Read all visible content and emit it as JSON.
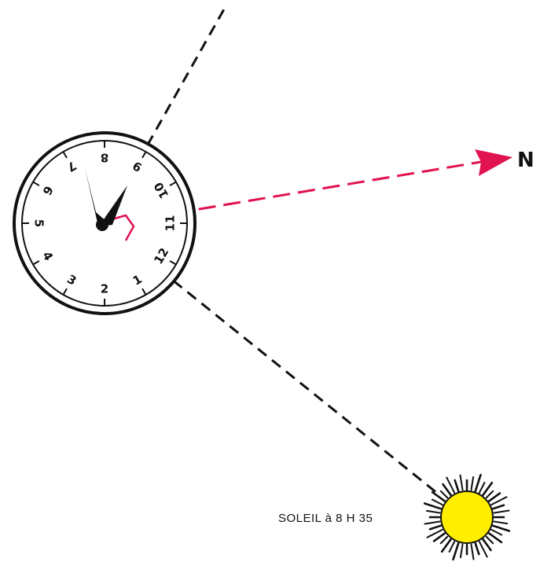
{
  "north_label": "N",
  "sun_label": "SOLEIL à 8 H 35",
  "hour_numbers": [
    "1",
    "2",
    "3",
    "4",
    "5",
    "6",
    "7",
    "8",
    "9",
    "10",
    "11",
    "12"
  ],
  "colors": {
    "ink": "#111111",
    "north_arrow": "#e0124f",
    "right_angle": "#e0124f",
    "sun_fill": "#ffee00"
  }
}
